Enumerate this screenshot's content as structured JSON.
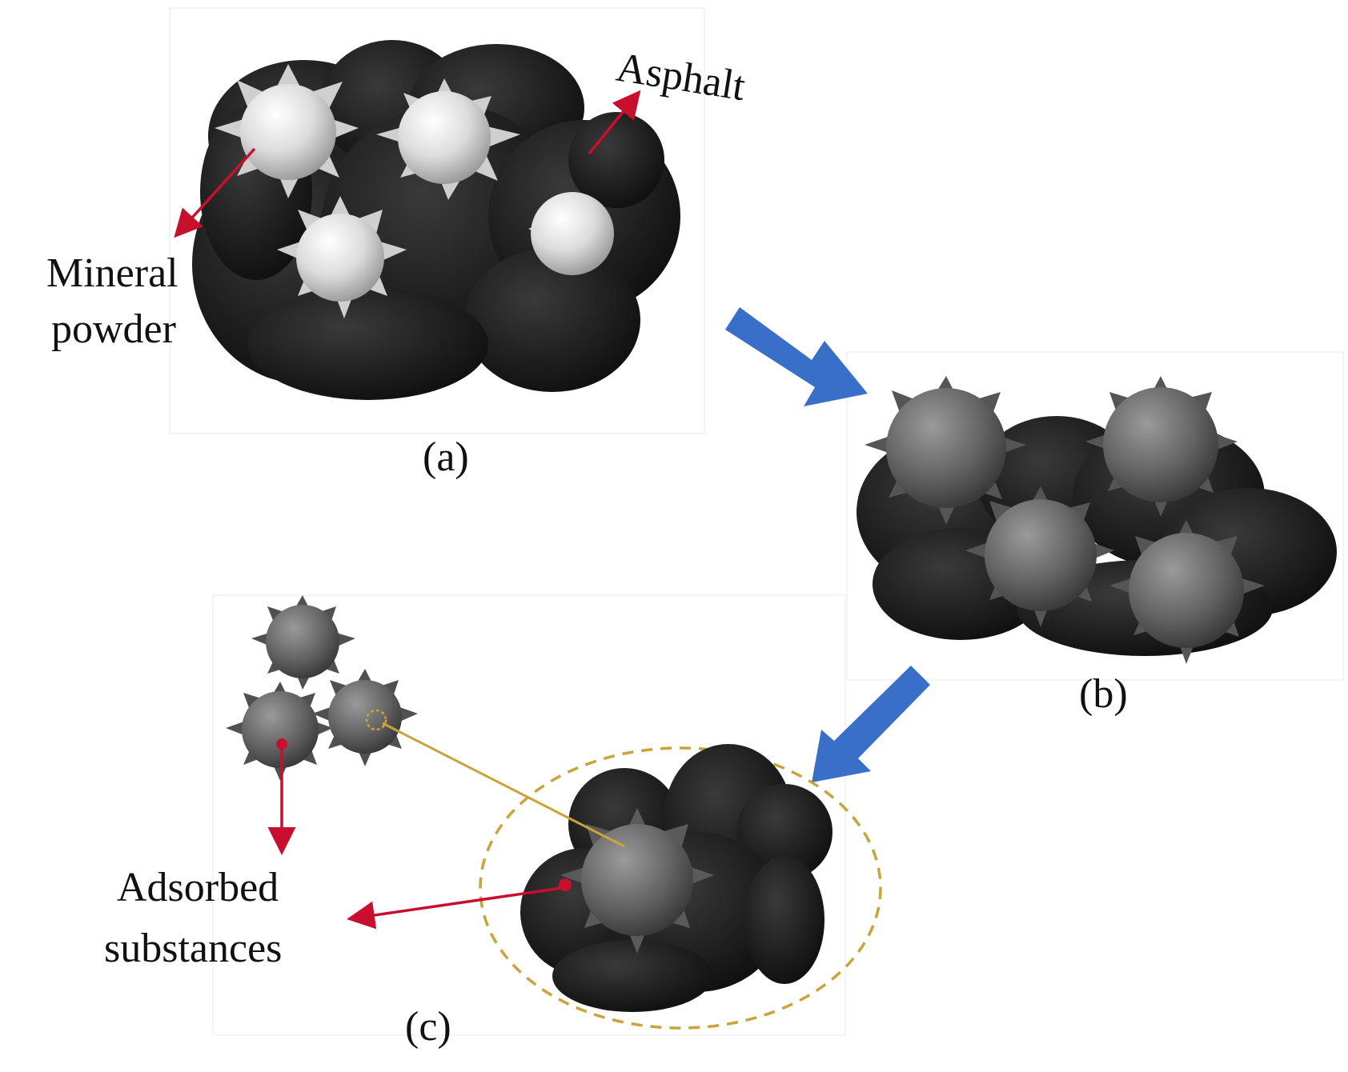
{
  "labels": {
    "asphalt": "Asphalt",
    "mineral_line1": "Mineral",
    "mineral_line2": "powder",
    "panel_a": "(a)",
    "panel_b": "(b)",
    "panel_c": "(c)",
    "adsorbed_line1": "Adsorbed",
    "adsorbed_line2": "substances"
  },
  "colors": {
    "asphalt": "#1c1c1c",
    "mineral_fresh": "#eaeaea",
    "mineral_aged": "#6b6b6b",
    "pointer_arrow": "#c8102e",
    "flow_arrow": "#3a6fc9",
    "highlight_dashed": "#c9a43a"
  }
}
